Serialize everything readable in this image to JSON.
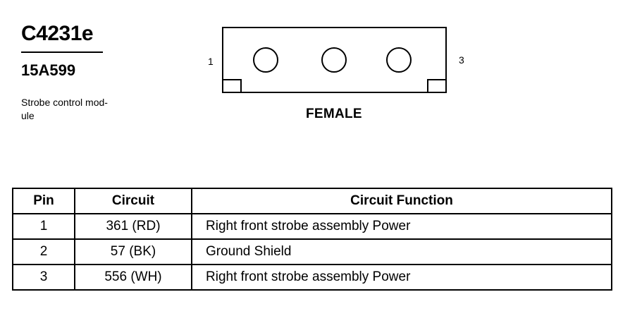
{
  "connector": {
    "id": "C4231e",
    "part_number": "15A599",
    "description": "Strobe control mod-\nule",
    "pin_label_left": "1",
    "pin_label_right": "3",
    "gender": "FEMALE",
    "cavity_count": 3
  },
  "table": {
    "headers": {
      "pin": "Pin",
      "circuit": "Circuit",
      "function": "Circuit Function"
    },
    "rows": [
      {
        "pin": "1",
        "circuit": "361 (RD)",
        "function": "Right front strobe assembly Power"
      },
      {
        "pin": "2",
        "circuit": "57 (BK)",
        "function": "Ground Shield"
      },
      {
        "pin": "3",
        "circuit": "556 (WH)",
        "function": "Right front strobe assembly Power"
      }
    ]
  }
}
